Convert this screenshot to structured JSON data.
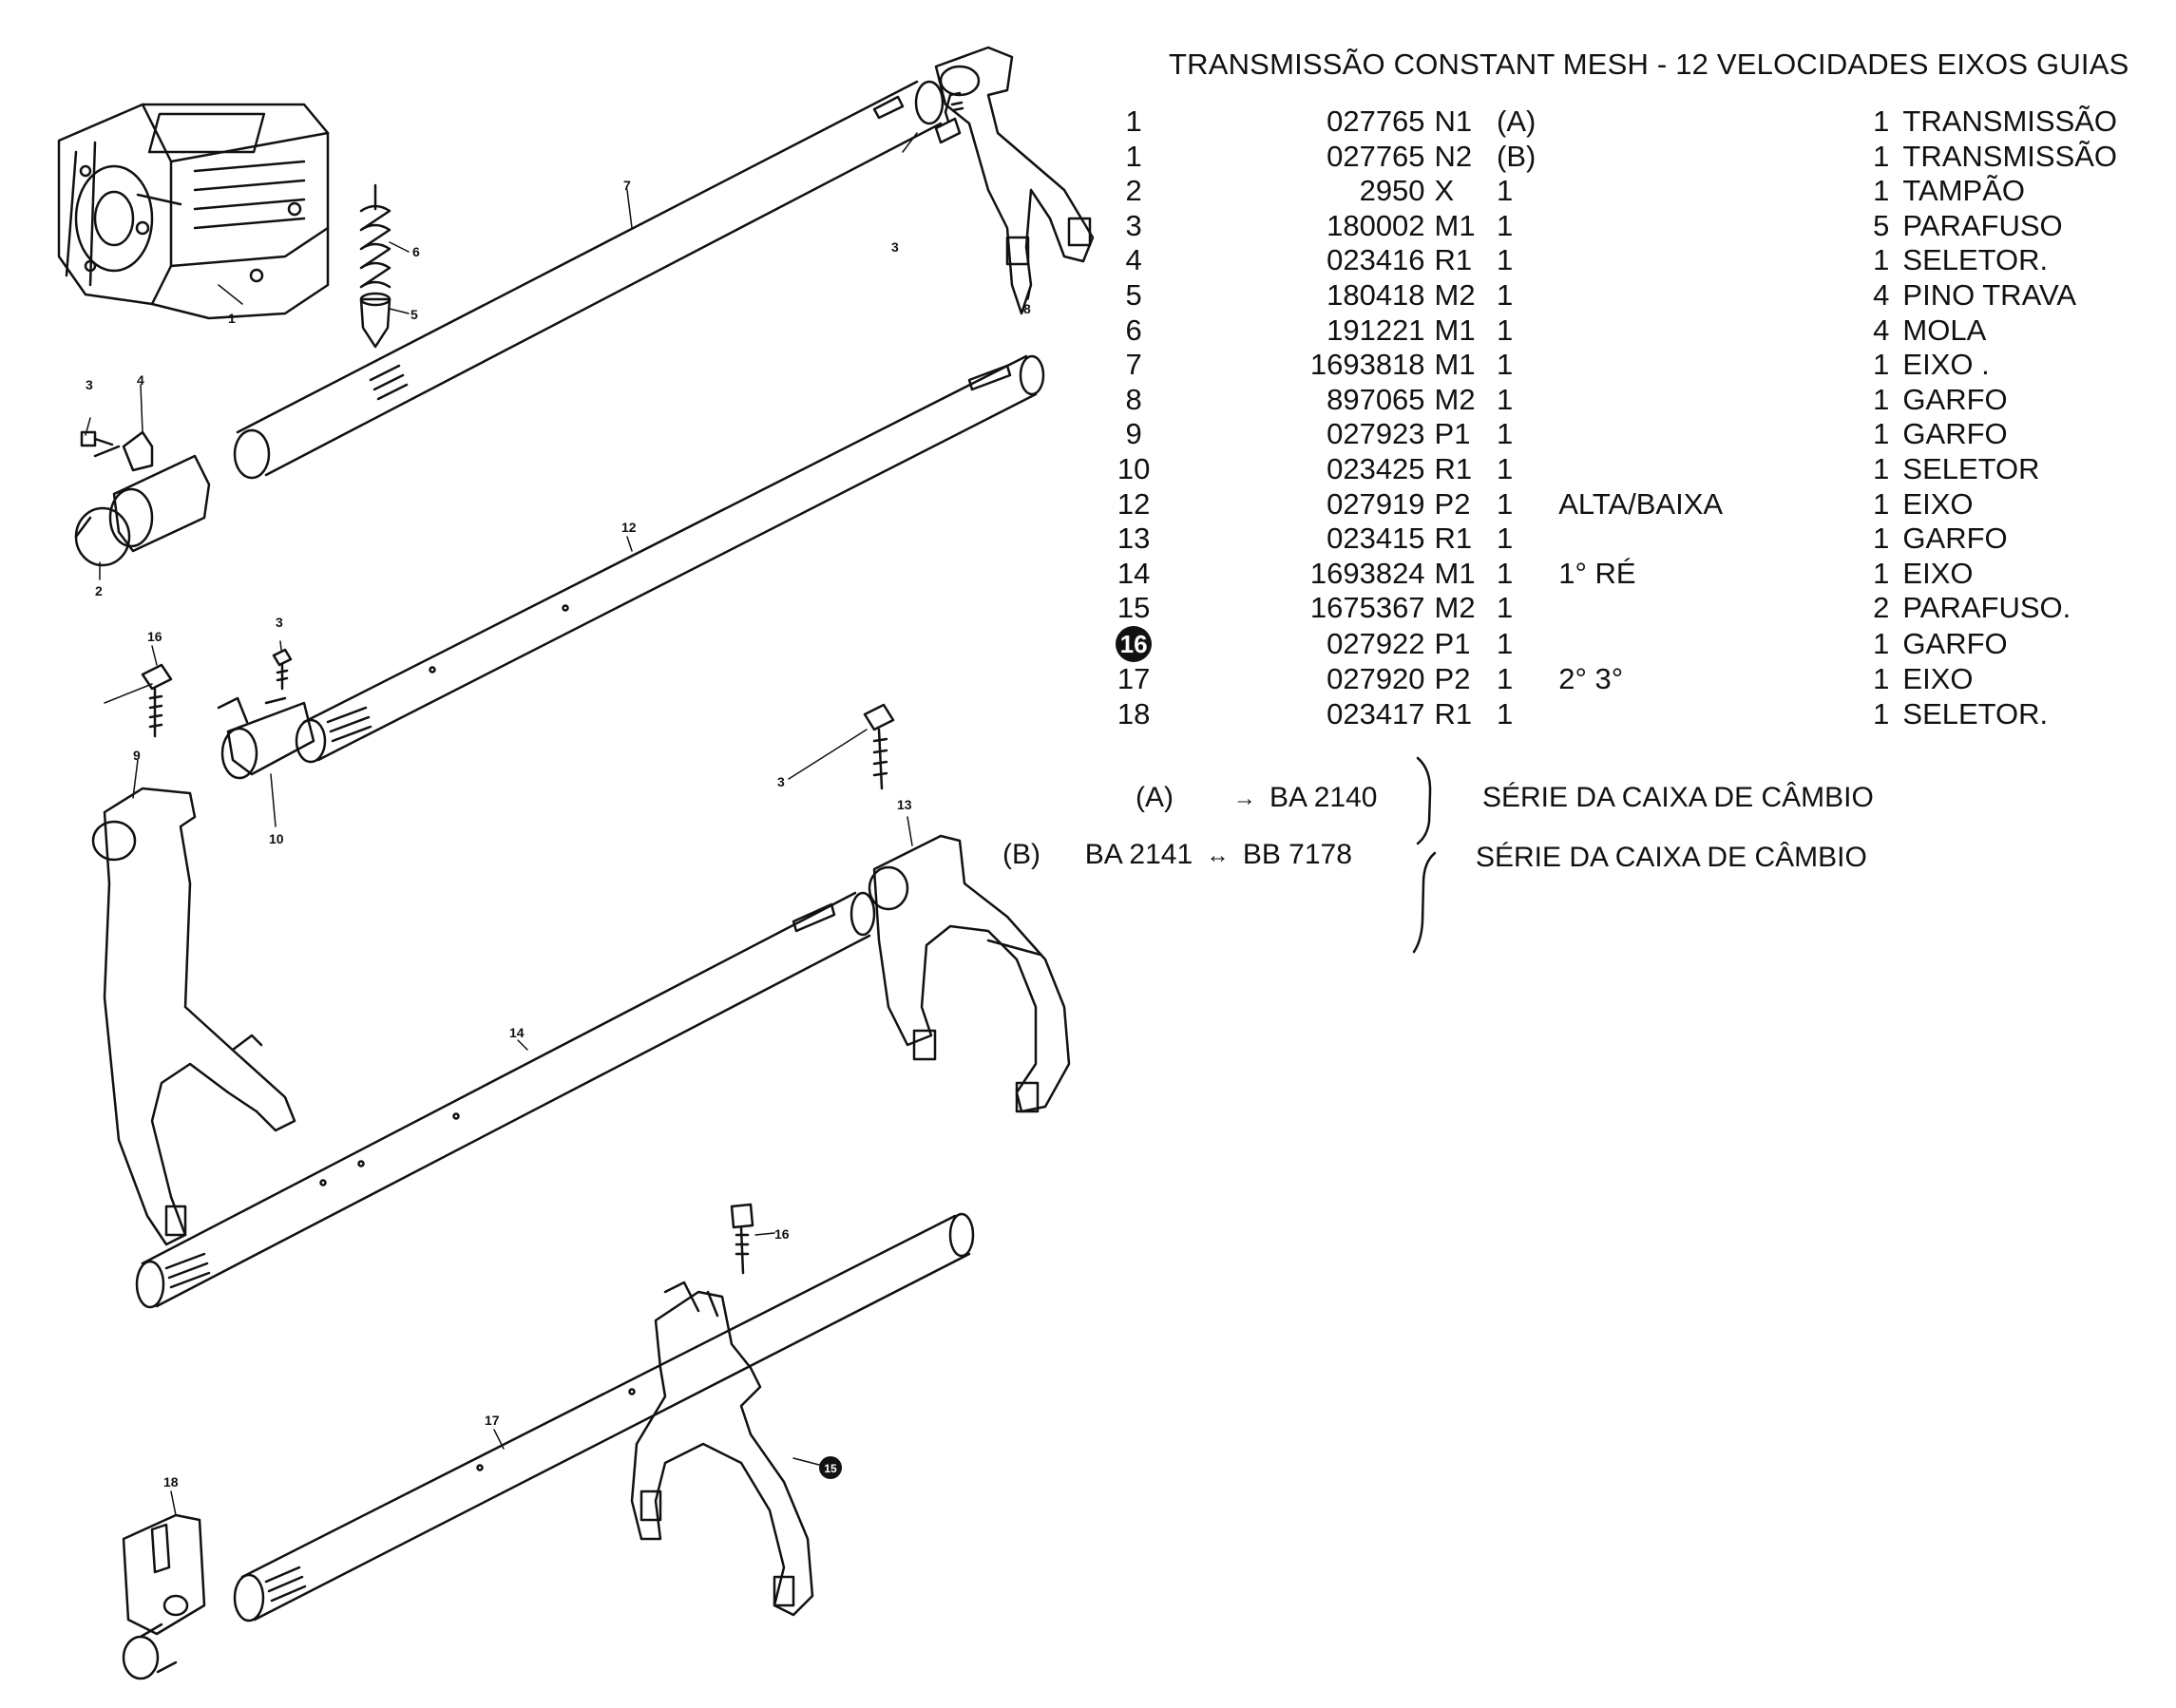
{
  "title": "TRANSMISSÃO  CONSTANT MESH - 12 VELOCIDADES   EIXOS GUIAS",
  "parts": [
    {
      "item": "1",
      "part_number": "027765",
      "suffix": "N1",
      "qty1": "(A)",
      "note": "",
      "qty2": "1",
      "description": "TRANSMISSÃO"
    },
    {
      "item": "1",
      "part_number": "027765",
      "suffix": "N2",
      "qty1": "(B)",
      "note": "",
      "qty2": "1",
      "description": "TRANSMISSÃO"
    },
    {
      "item": "2",
      "part_number": "2950",
      "suffix": "X",
      "qty1": "1",
      "note": "",
      "qty2": "1",
      "description": "TAMPÃO"
    },
    {
      "item": "3",
      "part_number": "180002",
      "suffix": "M1",
      "qty1": "1",
      "note": "",
      "qty2": "5",
      "description": "PARAFUSO"
    },
    {
      "item": "4",
      "part_number": "023416",
      "suffix": "R1",
      "qty1": "1",
      "note": "",
      "qty2": "1",
      "description": "SELETOR."
    },
    {
      "item": "5",
      "part_number": "180418",
      "suffix": "M2",
      "qty1": "1",
      "note": "",
      "qty2": "4",
      "description": "PINO TRAVA"
    },
    {
      "item": "6",
      "part_number": "191221",
      "suffix": "M1",
      "qty1": "1",
      "note": "",
      "qty2": "4",
      "description": "MOLA"
    },
    {
      "item": "7",
      "part_number": "1693818",
      "suffix": "M1",
      "qty1": "1",
      "note": "",
      "qty2": "1",
      "description": "EIXO ."
    },
    {
      "item": "8",
      "part_number": "897065",
      "suffix": "M2",
      "qty1": "1",
      "note": "",
      "qty2": "1",
      "description": "GARFO"
    },
    {
      "item": "9",
      "part_number": "027923",
      "suffix": "P1",
      "qty1": "1",
      "note": "",
      "qty2": "1",
      "description": "GARFO"
    },
    {
      "item": "10",
      "part_number": "023425",
      "suffix": "R1",
      "qty1": "1",
      "note": "",
      "qty2": "1",
      "description": "SELETOR"
    },
    {
      "item": "12",
      "part_number": "027919",
      "suffix": "P2",
      "qty1": "1",
      "note": "ALTA/BAIXA",
      "qty2": "1",
      "description": "EIXO"
    },
    {
      "item": "13",
      "part_number": "023415",
      "suffix": "R1",
      "qty1": "1",
      "note": "",
      "qty2": "1",
      "description": "GARFO"
    },
    {
      "item": "14",
      "part_number": "1693824",
      "suffix": "M1",
      "qty1": "1",
      "note": "1° RÉ",
      "qty2": "1",
      "description": "EIXO"
    },
    {
      "item": "15",
      "part_number": "1675367",
      "suffix": "M2",
      "qty1": "1",
      "note": "",
      "qty2": "2",
      "description": "PARAFUSO."
    },
    {
      "item": "16",
      "part_number": "027922",
      "suffix": "P1",
      "qty1": "1",
      "note": "",
      "qty2": "1",
      "description": "GARFO"
    },
    {
      "item": "17",
      "part_number": "027920",
      "suffix": "P2",
      "qty1": "1",
      "note": "2° 3°",
      "qty2": "1",
      "description": "EIXO"
    },
    {
      "item": "18",
      "part_number": "023417",
      "suffix": "R1",
      "qty1": "1",
      "note": "",
      "qty2": "1",
      "description": "SELETOR."
    }
  ],
  "serials": [
    {
      "label": "(A)",
      "from": "",
      "arrow": "→",
      "to": "BA 2140",
      "text": "SÉRIE DA CAIXA DE CÂMBIO"
    },
    {
      "label": "(B)",
      "from": "BA 2141",
      "arrow": "↔",
      "to": "BB 7178",
      "text": "SÉRIE DA CAIXA DE CÂMBIO"
    }
  ],
  "callouts": [
    "1",
    "2",
    "3",
    "4",
    "5",
    "6",
    "7",
    "8",
    "9",
    "10",
    "12",
    "13",
    "14",
    "15",
    "16",
    "17",
    "18"
  ]
}
